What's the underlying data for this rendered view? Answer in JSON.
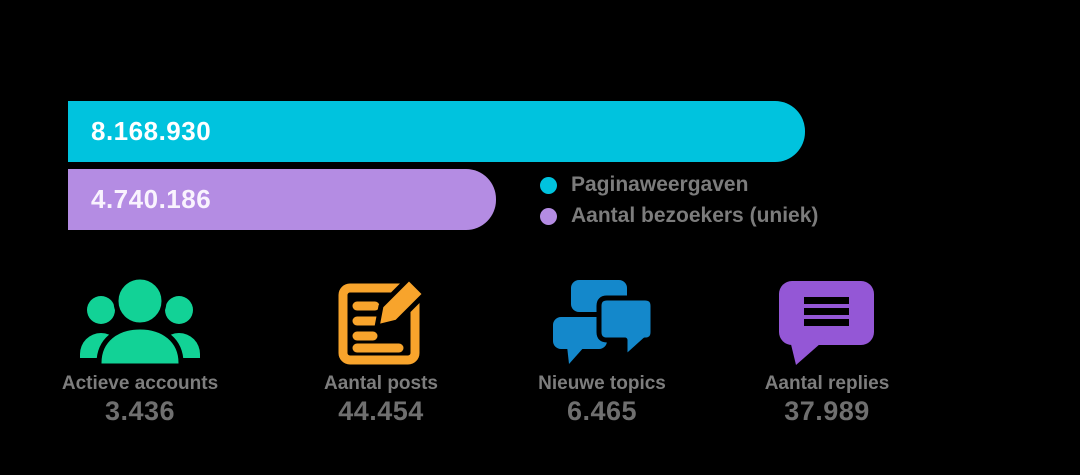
{
  "colors": {
    "background": "#000000",
    "bar_pageviews": "#00c3de",
    "bar_visitors": "#b48ce3",
    "accounts_green": "#12d296",
    "posts_orange": "#f8a42c",
    "topics_blue": "#1488cb",
    "replies_purple": "#9457d6",
    "label_gray": "#7d7d7d",
    "value_gray": "#6f6f6f"
  },
  "chart_data": {
    "type": "bar",
    "orientation": "horizontal",
    "grid": false,
    "categories": [
      "Paginaweergaven",
      "Aantal bezoekers (uniek)"
    ],
    "values": [
      8168930,
      4740186
    ],
    "value_labels": [
      "8.168.930",
      "4.740.186"
    ],
    "bar_colors": [
      "#00c3de",
      "#b48ce3"
    ],
    "legend_position": "right of second bar",
    "stat_cards": [
      {
        "icon": "users-group-icon",
        "label": "Actieve accounts",
        "value": 3436,
        "value_label": "3.436",
        "color": "#12d296"
      },
      {
        "icon": "post-edit-icon",
        "label": "Aantal posts",
        "value": 44454,
        "value_label": "44.454",
        "color": "#f8a42c"
      },
      {
        "icon": "chat-topics-icon",
        "label": "Nieuwe topics",
        "value": 6465,
        "value_label": "6.465",
        "color": "#1488cb"
      },
      {
        "icon": "chat-reply-icon",
        "label": "Aantal replies",
        "value": 37989,
        "value_label": "37.989",
        "color": "#9457d6"
      }
    ]
  }
}
